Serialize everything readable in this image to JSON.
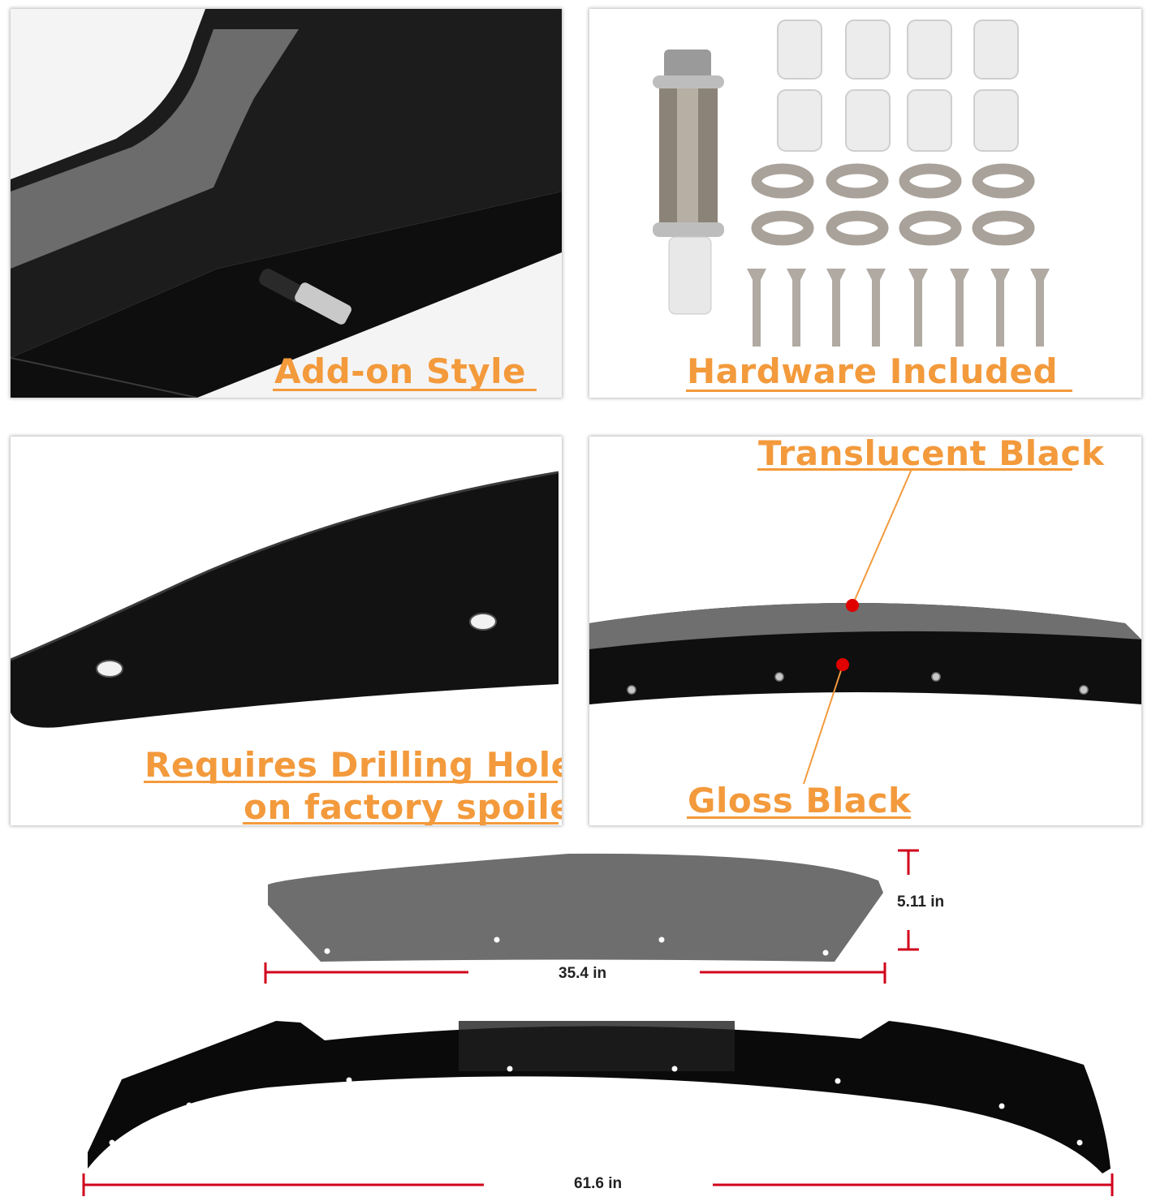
{
  "panels": {
    "addon": {
      "caption": "Add-on Style"
    },
    "hardware": {
      "caption": "Hardware Included"
    },
    "drilling": {
      "caption_line1": "Requires Drilling Holes",
      "caption_line2": "on factory spoiler"
    },
    "finish": {
      "label_top": "Translucent Black",
      "label_bottom": "Gloss Black"
    }
  },
  "dimensions": {
    "top_width": "35.4 in",
    "top_height": "5.11 in",
    "bottom_width": "61.6 in"
  },
  "colors": {
    "accent": "#f39a3c",
    "dimension_line": "#d0021b",
    "gloss_black": "#101010",
    "translucent_black": "#6c6c6c",
    "marker": "#e00000"
  }
}
